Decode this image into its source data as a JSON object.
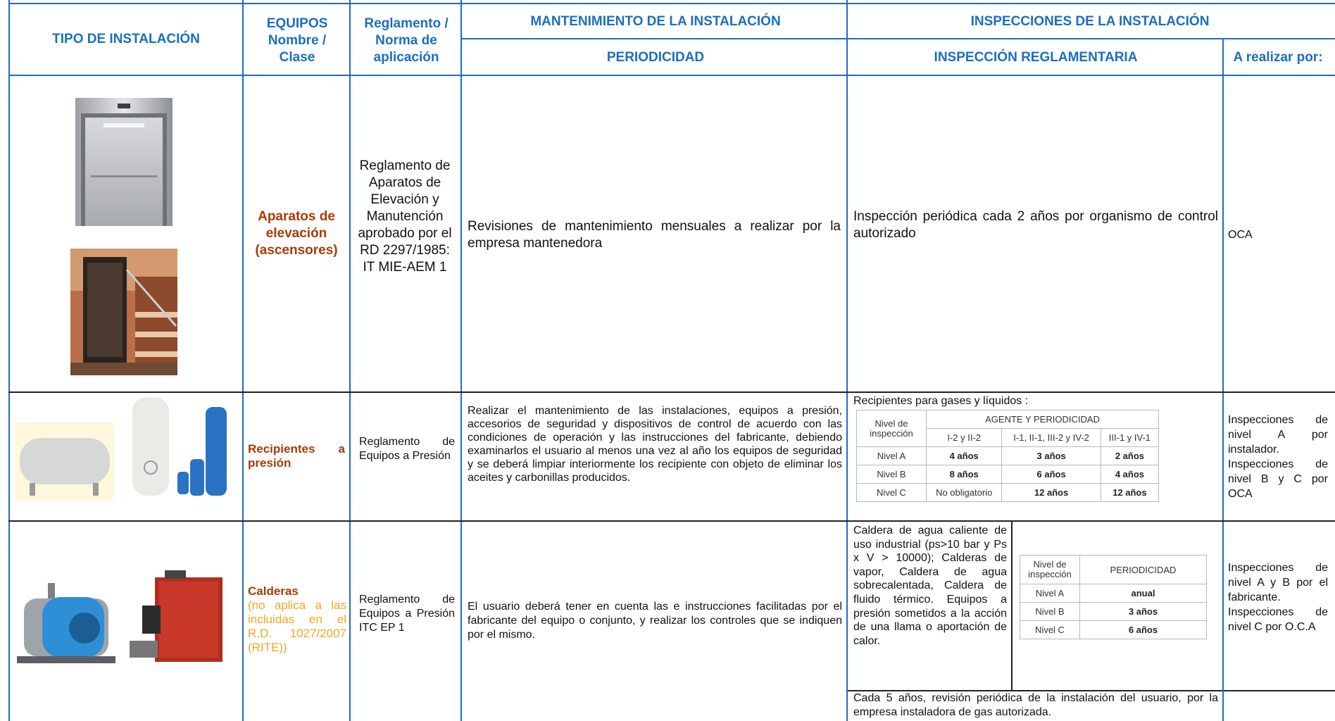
{
  "header": {
    "col_tipo": "TIPO DE INSTALACIÓN",
    "col_equipos": "EQUIPOS Nombre / Clase",
    "col_reglamento": "Reglamento / Norma de aplicación",
    "col_mantenimiento": "MANTENIMIENTO DE LA INSTALACIÓN",
    "col_inspecciones": "INSPECCIONES DE LA INSTALACIÓN",
    "sub_periodicidad": "PERIODICIDAD",
    "sub_inspeccion": "INSPECCIÓN REGLAMENTARIA",
    "sub_realizar": "A realizar por:"
  },
  "rows": [
    {
      "name": "Aparatos de elevación (ascensores)",
      "reglamento": "Reglamento de Aparatos de Elevación y Manutención aprobado por el RD 2297/1985: IT MIE-AEM 1",
      "mantenimiento": "Revisiones de mantenimiento mensuales a realizar por la empresa mantenedora",
      "inspeccion": "Inspección periódica cada 2 años por organismo de control autorizado",
      "realizar": "OCA",
      "images": [
        "elevator-photo",
        "stair-lift-photo"
      ]
    },
    {
      "name": "Recipientes a presión",
      "reglamento": "Reglamento de Equipos a Presión",
      "mantenimiento": "Realizar el mantenimiento de las instalaciones, equipos a presión, accesorios de seguridad y dispositivos de control de acuerdo con las condiciones de operación y las instrucciones del fabricante, debiendo examinarlos el usuario al menos una vez al año los equipos de seguridad y se deberá limpiar interiormente los recipiente con objeto de eliminar los aceites y carbonillas producidos.",
      "inspeccion_title": "Recipientes para gases y líquidos :",
      "table": {
        "nivel_header": "Nivel de inspección",
        "group_header": "AGENTE Y PERIODICIDAD",
        "columns": [
          "I-2 y II-2",
          "I-1, II-1, III-2 y IV-2",
          "III-1 y IV-1"
        ],
        "rows": [
          {
            "nivel": "Nivel A",
            "values": [
              "4 años",
              "3 años",
              "2 años"
            ]
          },
          {
            "nivel": "Nivel B",
            "values": [
              "8 años",
              "6 años",
              "4 años"
            ]
          },
          {
            "nivel": "Nivel C",
            "values": [
              "No obligatorio",
              "12 años",
              "12 años"
            ]
          }
        ]
      },
      "realizar": "Inspecciones de nivel A por instalador. Inspecciones de nivel B y C por OCA",
      "images": [
        "pressure-tanks-photo"
      ]
    },
    {
      "name": "Calderas",
      "name_note": "(no aplica a las incluidas en el R.D. 1027/2007 (RITE))",
      "reglamento": "Reglamento de Equipos a Presión ITC EP 1",
      "mantenimiento": "El usuario deberá tener en cuenta las e instrucciones facilitadas por el fabricante del equipo o conjunto, y realizar los controles que se indiquen por el mismo.",
      "inspeccion_text": "Caldera de agua caliente de uso industrial (ps>10 bar y Ps x V > 10000); Calderas de vapor, Caldera de agua sobrecalentada, Caldera de fluido térmico. Equipos a presión sometidos a la acción de una llama o aportación de calor.",
      "table": {
        "nivel_header": "Nivel de inspección",
        "col_header": "PERIODICIDAD",
        "rows": [
          {
            "nivel": "Nivel A",
            "value": "anual"
          },
          {
            "nivel": "Nivel B",
            "value": "3 años"
          },
          {
            "nivel": "Nivel C",
            "value": "6 años"
          }
        ]
      },
      "inspeccion_extra": "Cada 5 años, revisión periódica de la instalación del usuario, por la empresa instaladora de gas autorizada.",
      "realizar": "Inspecciones de nivel A y B por el fabricante. Inspecciones de nivel C por O.C.A",
      "images": [
        "boilers-photo"
      ]
    }
  ]
}
